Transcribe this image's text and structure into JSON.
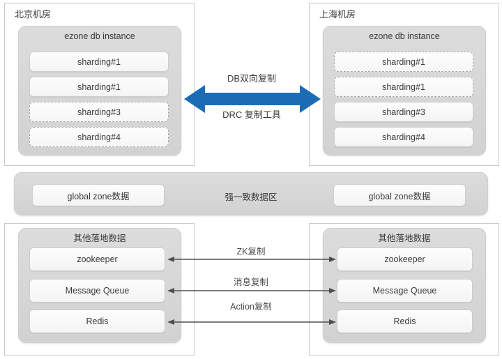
{
  "diagram": {
    "title_hidden": "",
    "colors": {
      "arrow_blue": "#1c6cb5",
      "panel_border": "#c9c9c9",
      "group_fill": "#d6d6d6",
      "item_fill": "#fbfbfb",
      "text": "#3a3a3a",
      "line_gray": "#4f4f4f"
    }
  },
  "top": {
    "left_dc": {
      "title": "北京机房",
      "group_title": "ezone db instance",
      "items": [
        {
          "label": "sharding#1",
          "style": "solid"
        },
        {
          "label": "sharding#1",
          "style": "solid"
        },
        {
          "label": "sharding#3",
          "style": "dashed"
        },
        {
          "label": "sharding#4",
          "style": "dashed"
        }
      ]
    },
    "right_dc": {
      "title": "上海机房",
      "group_title": "ezone db instance",
      "items": [
        {
          "label": "sharding#1",
          "style": "dashed"
        },
        {
          "label": "sharding#1",
          "style": "dashed"
        },
        {
          "label": "sharding#3",
          "style": "solid"
        },
        {
          "label": "sharding#4",
          "style": "solid"
        }
      ]
    },
    "center": {
      "label_top": "DB双向复制",
      "label_bottom": "DRC 复制工具",
      "arrow": "double-headed-horizontal-arrow"
    }
  },
  "middle": {
    "band_label": "强一致数据区",
    "left_item": "global zone数据",
    "right_item": "global zone数据"
  },
  "bottom": {
    "left_group_title": "其他落地数据",
    "right_group_title": "其他落地数据",
    "left_items": [
      "zookeeper",
      "Message Queue",
      "Redis"
    ],
    "right_items": [
      "zookeeper",
      "Message Queue",
      "Redis"
    ],
    "arrow_labels": [
      "ZK复制",
      "消息复制",
      "Action复制"
    ]
  }
}
